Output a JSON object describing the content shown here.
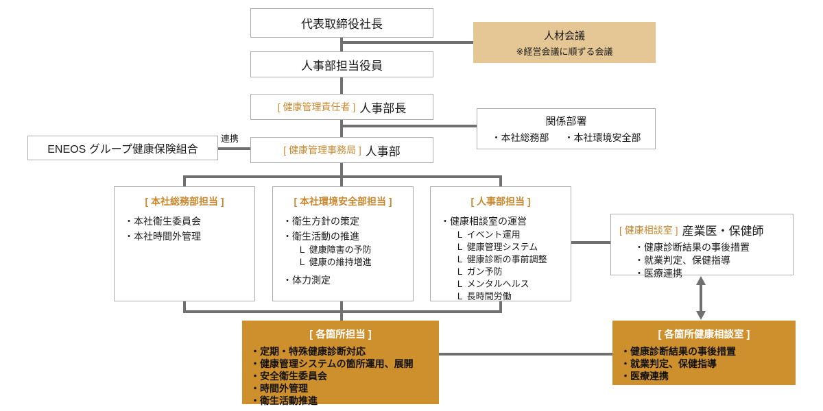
{
  "colors": {
    "accent_orange_text": "#C8882F",
    "orange_box_bg": "#CE8F2D",
    "tan_box_bg": "#E5C795",
    "connector_gray": "#707070",
    "box_border_gray": "#ABABAB"
  },
  "nodes": {
    "president": {
      "label": "代表取締役社長"
    },
    "jinzai_kaigi": {
      "title": "人材会議",
      "note": "※経営会議に順ずる会議"
    },
    "hr_officer": {
      "label": "人事部担当役員"
    },
    "health_manager": {
      "role": "[ 健康管理責任者 ]",
      "label": "人事部長"
    },
    "related_depts": {
      "title": "関係部署",
      "items": [
        "・本社総務部",
        "・本社環境安全部"
      ]
    },
    "eneos_union": {
      "label": "ENEOS グループ健康保険組合"
    },
    "renkei_label": "連携",
    "health_office": {
      "role": "[ 健康管理事務局 ]",
      "label": "人事部"
    },
    "soumu": {
      "title": "[ 本社総務部担当 ]",
      "items": [
        "・本社衛生委員会",
        "・本社時間外管理"
      ]
    },
    "kankyo_anzen": {
      "title": "[ 本社環境安全部担当 ]",
      "items": [
        "・衛生方針の策定",
        "・衛生活動の推進",
        "Ｌ 健康障害の予防",
        "Ｌ 健康の維持増進",
        "・体力測定"
      ]
    },
    "jinjibu": {
      "title": "[ 人事部担当 ]",
      "items": [
        "・健康相談室の運営",
        "Ｌ イベント運用",
        "Ｌ 健康管理システム",
        "Ｌ 健康診断の事前調整",
        "Ｌ ガン予防",
        "Ｌ メンタルヘルス",
        "Ｌ 長時間労働"
      ]
    },
    "kenkou_soudan": {
      "role": "[ 健康相談室 ]",
      "label": "産業医・保健師",
      "items": [
        "・健康診断結果の事後措置",
        "・就業判定、保健指導",
        "・医療連携"
      ]
    },
    "kakusho_tanto": {
      "title": "[ 各箇所担当 ]",
      "items": [
        "・定期・特殊健康診断対応",
        "・健康管理システムの箇所運用、展開",
        "・安全衛生委員会",
        "・時間外管理",
        "・衛生活動推進"
      ]
    },
    "kakusho_kenkou_soudan": {
      "title": "[ 各箇所健康相談室 ]",
      "items": [
        "・健康診断結果の事後措置",
        "・就業判定、保健指導",
        "・医療連携"
      ]
    }
  }
}
